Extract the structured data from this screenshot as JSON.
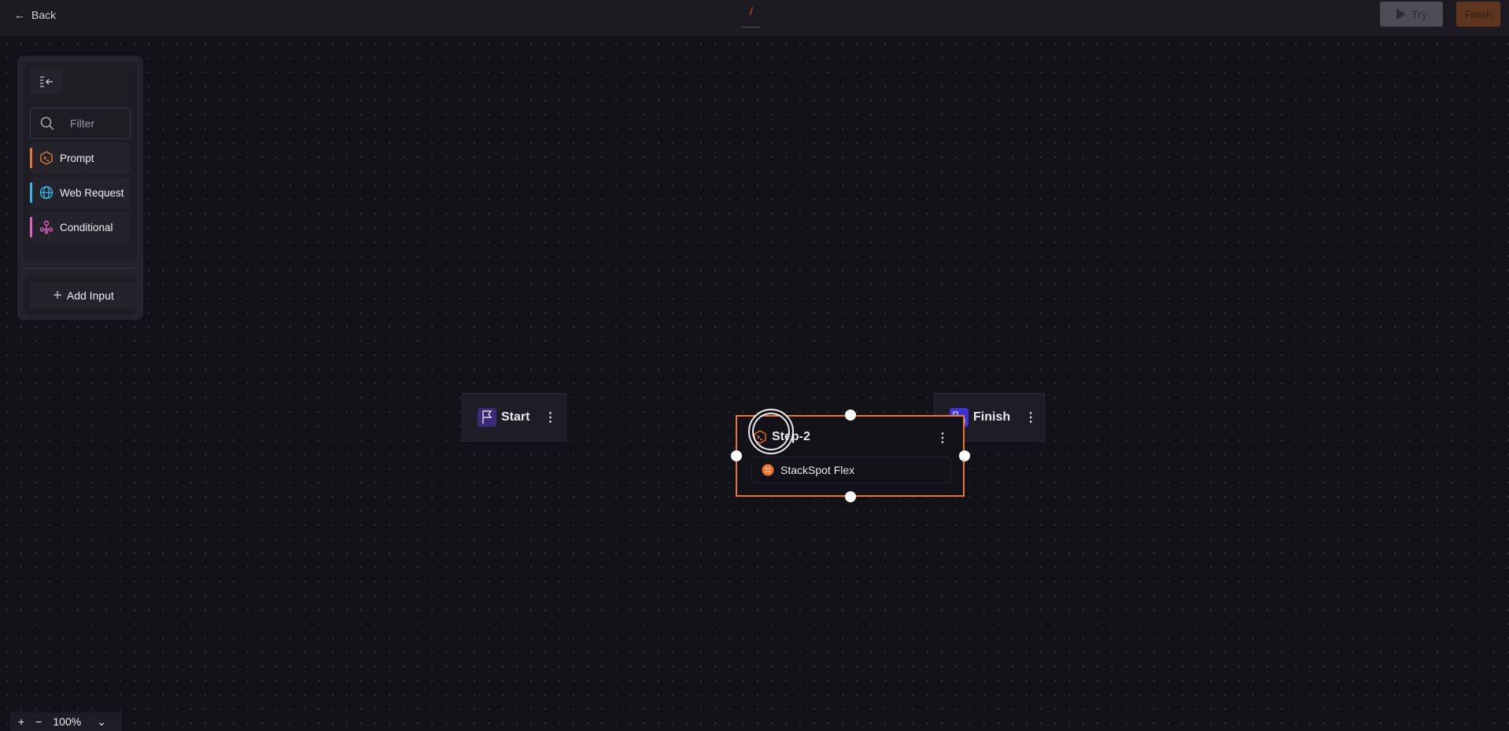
{
  "topbar": {
    "back_label": "Back",
    "title": "/",
    "try_label": "Try",
    "finish_label": "Finish"
  },
  "sidebar": {
    "filter_placeholder": "Filter",
    "items": [
      {
        "label": "Prompt",
        "color": "#e8762c"
      },
      {
        "label": "Web Request",
        "color": "#36b5e8"
      },
      {
        "label": "Conditional",
        "color": "#e060c0"
      }
    ],
    "add_input_label": "Add Input"
  },
  "canvas": {
    "start_node": "Start",
    "finish_node": "Finish",
    "step_node": {
      "title": "Step-2",
      "model": "StackSpot Flex"
    }
  },
  "zoom": {
    "zoom_in": "+",
    "zoom_out": "−",
    "level": "100%",
    "menu": "⌄"
  }
}
